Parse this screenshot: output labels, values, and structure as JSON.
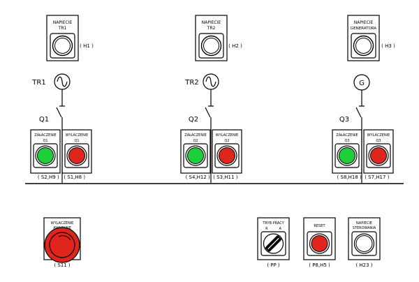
{
  "colors": {
    "line": "#000000",
    "green": "#1fcf3a",
    "red": "#e0251c",
    "lamp_white": "#ffffff"
  },
  "indicators": [
    {
      "id": "tr1",
      "panel_lines": [
        "NAPIECIE",
        "TR1"
      ],
      "ref": "( H1 )",
      "lamp": "lamp_white"
    },
    {
      "id": "tr2",
      "panel_lines": [
        "NAPIECIE",
        "TR2"
      ],
      "ref": "( H2 )",
      "lamp": "lamp_white"
    },
    {
      "id": "gen",
      "panel_lines": [
        "NAPIECIE",
        "GENERATORA"
      ],
      "ref": "( H3 )",
      "lamp": "lamp_white"
    }
  ],
  "sources": [
    {
      "id": "tr1",
      "label": "TR1",
      "symbol": "transformer-icon"
    },
    {
      "id": "tr2",
      "label": "TR2",
      "symbol": "transformer-icon"
    },
    {
      "id": "gen",
      "label": "",
      "symbol": "generator-icon",
      "glyph": "G"
    }
  ],
  "breakers": [
    {
      "id": "q1",
      "label": "Q1"
    },
    {
      "id": "q2",
      "label": "Q2"
    },
    {
      "id": "q3",
      "label": "Q3"
    }
  ],
  "button_pairs": [
    {
      "on_lines": [
        "ZAŁACZENIE",
        "Q1"
      ],
      "off_lines": [
        "WYLACZENIE",
        "Q1"
      ],
      "refs": "( S2,H9 )   ( S1,H8 )"
    },
    {
      "on_lines": [
        "ZAŁACZENIE",
        "Q2"
      ],
      "off_lines": [
        "WYLACZENIE",
        "Q2"
      ],
      "refs": "( S4,H12 )  ( S3,H11 )"
    },
    {
      "on_lines": [
        "ZAŁACZENIE",
        "Q3"
      ],
      "off_lines": [
        "WYLACZENIE",
        "Q3"
      ],
      "refs": "( S8,H18 )  ( S7,H17 )"
    }
  ],
  "emergency": {
    "panel_lines": [
      "WYLACZENIE",
      "AWARYJNE"
    ],
    "ref": "( S11 )"
  },
  "mode_switch": {
    "panel_lines": [
      "TRYB PRACY",
      "R          A"
    ],
    "ref": "( PP )"
  },
  "reset": {
    "panel_lines": [
      "RESET"
    ],
    "ref": "( P8,H5 )"
  },
  "control_voltage": {
    "panel_lines": [
      "NAPIECIE",
      "STEROWANIA"
    ],
    "ref": "( H23 )"
  }
}
